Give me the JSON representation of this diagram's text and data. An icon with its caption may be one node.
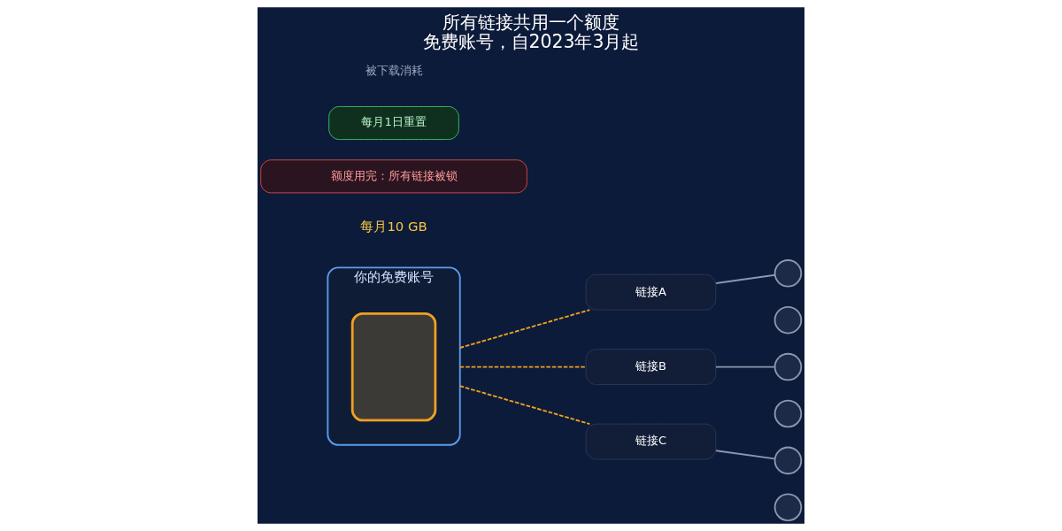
{
  "diagram": {
    "title": "所有链接共用一个额度",
    "caption": "免费账号，自2023年3月起",
    "nodes": [
      {
        "text": [
          "你的免费账号"
        ],
        "beside": [
          "每月10 GB"
        ]
      },
      {
        "text": [],
        "shape": "box",
        "in": 0
      },
      {
        "text": [
          "链接A"
        ]
      },
      {
        "text": [
          "链接B"
        ]
      },
      {
        "text": [
          "链接C"
        ]
      },
      {
        "text": [],
        "shape": "person"
      },
      {
        "text": [],
        "shape": "person"
      },
      {
        "text": [],
        "shape": "person"
      },
      {
        "text": [],
        "shape": "person"
      },
      {
        "text": [],
        "shape": "person"
      },
      {
        "text": [],
        "shape": "person"
      },
      {
        "text": [
          "额度用完：所有链接被锁"
        ]
      },
      {
        "text": [
          "每月1日重置"
        ]
      }
    ],
    "edges": [
      {
        "from": 0,
        "to": 2,
        "arrow": "none",
        "style": "dashed",
        "color": "#f0a020"
      },
      {
        "from": 0,
        "to": 3,
        "arrow": "none",
        "style": "dashed",
        "color": "#f0a020"
      },
      {
        "from": 0,
        "to": 4,
        "arrow": "none",
        "style": "dashed",
        "color": "#f0a020"
      },
      {
        "from": 2,
        "to": 5,
        "arrow": "none",
        "color": "#8a97ad"
      },
      {
        "from": 3,
        "to": 7,
        "arrow": "none",
        "color": "#8a97ad"
      },
      {
        "from": 4,
        "to": 9,
        "arrow": "none",
        "color": "#8a97ad"
      }
    ],
    "labels": [
      "被下载消耗"
    ]
  }
}
